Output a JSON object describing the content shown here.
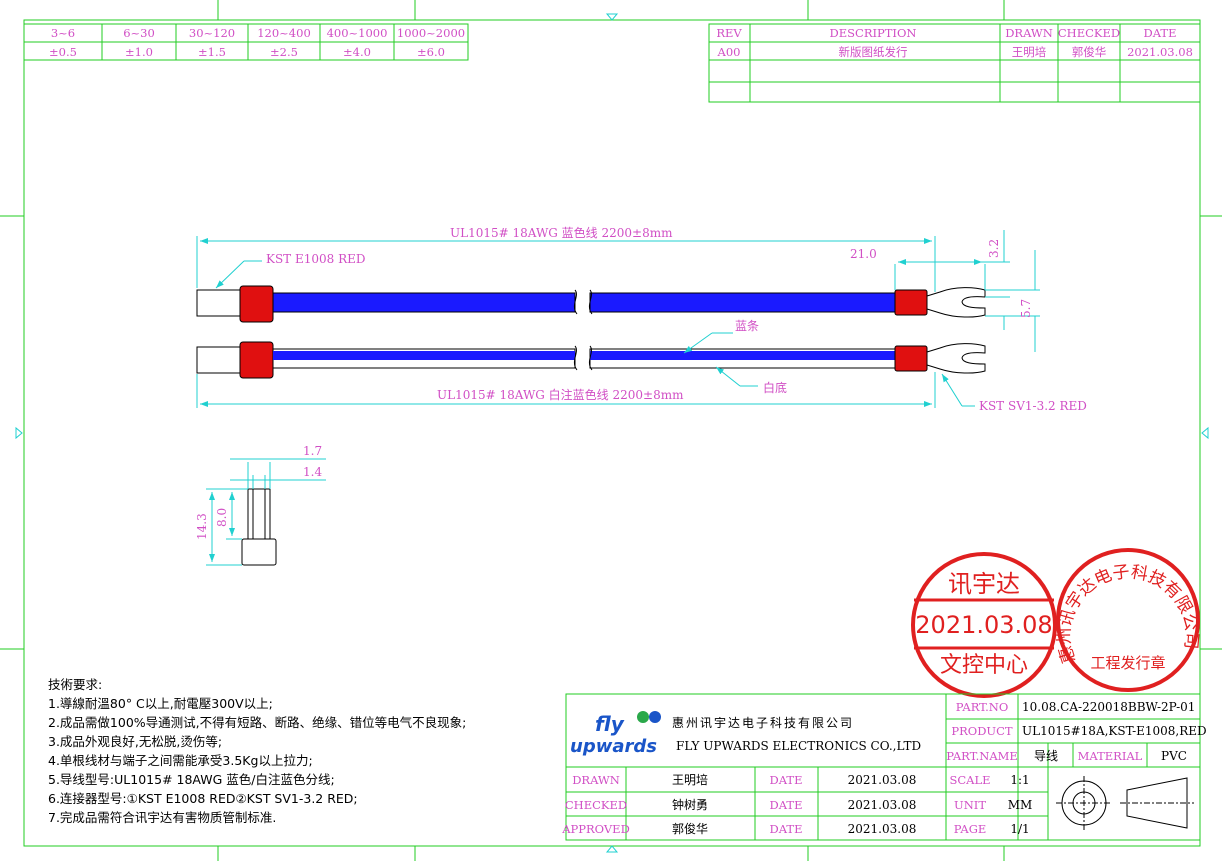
{
  "tolerance": {
    "ranges": [
      "3~6",
      "6~30",
      "30~120",
      "120~400",
      "400~1000",
      "1000~2000"
    ],
    "values": [
      "±0.5",
      "±1.0",
      "±1.5",
      "±2.5",
      "±4.0",
      "±6.0"
    ]
  },
  "revision": {
    "headers": [
      "REV",
      "DESCRIPTION",
      "DRAWN",
      "CHECKED",
      "DATE"
    ],
    "row": [
      "A00",
      "新版图纸发行",
      "王明培",
      "郭俊华",
      "2021.03.08"
    ]
  },
  "drawing": {
    "wire1_label": "UL1015# 18AWG 蓝色线 2200±8mm",
    "wire2_label": "UL1015# 18AWG 白注蓝色线 2200±8mm",
    "connector_left": "KST E1008 RED",
    "connector_right": "KST SV1-3.2 RED",
    "stripe_label": "蓝条",
    "base_label": "白底",
    "dim_21": "21.0",
    "dim_32": "3.2",
    "dim_57": "5.7",
    "dim_17": "1.7",
    "dim_14": "1.4",
    "dim_143": "14.3",
    "dim_80": "8.0",
    "colors": {
      "wire_blue": "#1a1aff",
      "terminal_red": "#e01010",
      "dim_magenta": "#d14fc5",
      "frame_green": "#22cc22"
    }
  },
  "stamps": {
    "left": {
      "top": "讯宇达",
      "date": "2021.03.08",
      "bottom": "文控中心"
    },
    "right": {
      "ring": "惠州讯宇达电子科技有限公司",
      "bottom": "工程发行章"
    }
  },
  "notes": {
    "title": "技術要求:",
    "items": [
      "1.導線耐溫80° C以上,耐電壓300V以上;",
      "2.成品需做100%导通测试,不得有短路、断路、绝缘、错位等电气不良现象;",
      "3.成品外观良好,无松脱,烫伤等;",
      "4.单根线材与端子之间需能承受3.5Kg以上拉力;",
      "5.导线型号:UL1015# 18AWG 蓝色/白注蓝色分线;",
      "6.连接器型号:①KST E1008 RED②KST SV1-3.2 RED;",
      "7.完成品需符合讯宇达有害物质管制标准."
    ]
  },
  "title_block": {
    "logo_top": "fly",
    "logo_bottom": "upwards",
    "company_cn": "惠州讯宇达电子科技有限公司",
    "company_en": "FLY UPWARDS ELECTRONICS CO.,LTD",
    "part_no_label": "PART.NO",
    "part_no": "10.08.CA-220018BBW-2P-01",
    "product_label": "PRODUCT",
    "product": "UL1015#18A,KST-E1008,RED",
    "part_name_label": "PART.NAME",
    "part_name": "导线",
    "material_label": "MATERIAL",
    "material": "PVC",
    "drawn_label": "DRAWN",
    "drawn": "王明培",
    "checked_label": "CHECKED",
    "checked": "钟树勇",
    "approved_label": "APPROVED",
    "approved": "郭俊华",
    "date_label": "DATE",
    "date1": "2021.03.08",
    "date2": "2021.03.08",
    "date3": "2021.03.08",
    "scale_label": "SCALE",
    "scale": "1:1",
    "unit_label": "UNIT",
    "unit": "MM",
    "page_label": "PAGE",
    "page": "1/1"
  }
}
